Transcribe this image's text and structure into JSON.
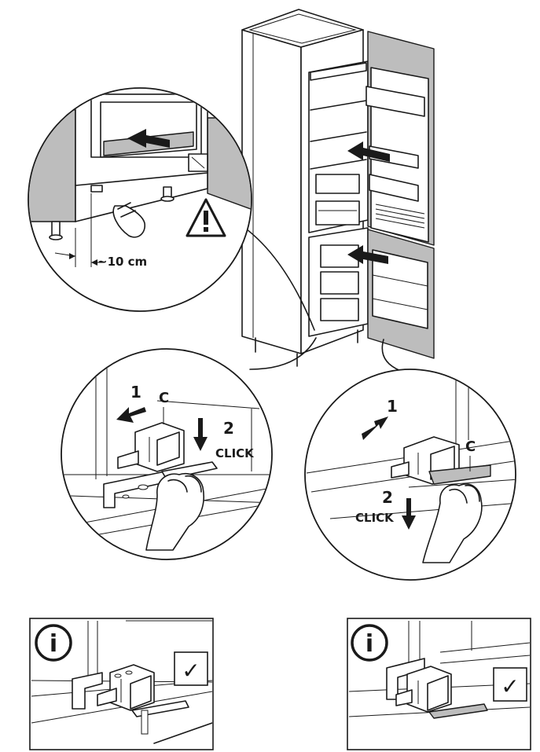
{
  "detail_top": {
    "dimension": "~10 cm"
  },
  "detail_left": {
    "step1": "1",
    "part": "C",
    "step2": "2",
    "click": "CLICK"
  },
  "detail_right": {
    "step1": "1",
    "part": "C",
    "step2": "2",
    "click": "CLICK"
  },
  "info_left": {
    "info_symbol": "i",
    "check": "✓"
  },
  "info_right": {
    "info_symbol": "i",
    "check": "✓"
  },
  "colors": {
    "line": "#1a1a1a",
    "panel_gray": "#bdbdbd",
    "background": "#ffffff"
  },
  "icons": [
    "warning-icon",
    "info-icon",
    "checkmark-icon",
    "hand-icon",
    "arrow-icon"
  ]
}
